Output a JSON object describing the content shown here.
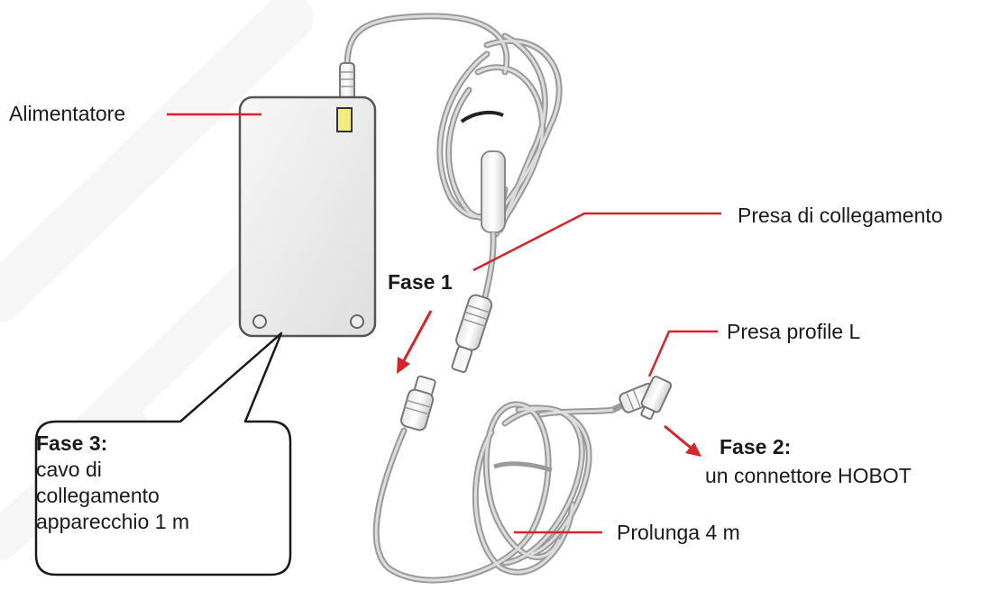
{
  "labels": {
    "alimentatore": "Alimentatore",
    "presa_collegamento": "Presa di collegamento",
    "fase1": "Fase 1",
    "presa_profile_l": "Presa profile L",
    "fase2_title": "Fase 2:",
    "fase2_text": "un connettore HOBOT",
    "prolunga": "Prolunga 4 m",
    "fase3_title": "Fase 3:",
    "fase3_lines": [
      "cavo di",
      "collegamento",
      "apparecchio 1 m"
    ]
  },
  "colors": {
    "leader_red": "#d9232a",
    "cable_gray": "#b8b8b8",
    "body_fill": "#ececec",
    "watermark": "#f1f1f1",
    "led_yellow": "#f4ec7a"
  }
}
